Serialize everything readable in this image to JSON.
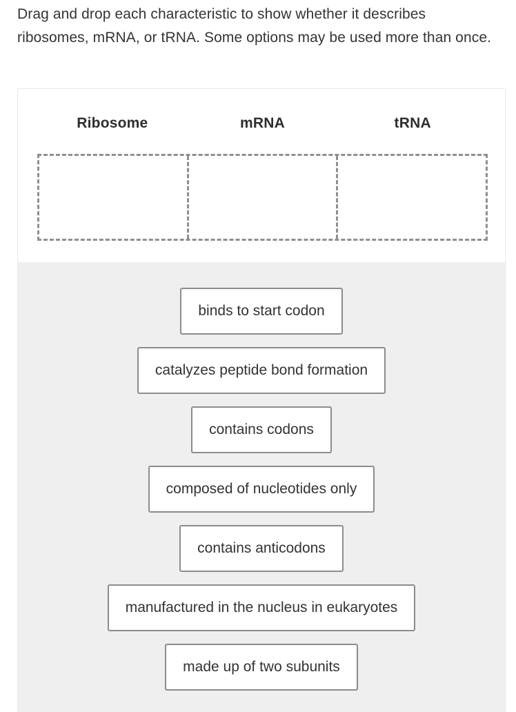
{
  "prompt": "Drag and drop each characteristic to show whether it describes ribosomes, mRNA, or tRNA. Some options may be used more than once.",
  "categories": [
    {
      "label": "Ribosome",
      "zone_name": "drop-zone-ribosome"
    },
    {
      "label": "mRNA",
      "zone_name": "drop-zone-mrna"
    },
    {
      "label": "tRNA",
      "zone_name": "drop-zone-trna"
    }
  ],
  "options": [
    {
      "label": "binds to start codon"
    },
    {
      "label": "catalyzes peptide bond formation"
    },
    {
      "label": "contains codons"
    },
    {
      "label": "composed of nucleotides only"
    },
    {
      "label": "contains anticodons"
    },
    {
      "label": "manufactured in the nucleus in eukaryotes"
    },
    {
      "label": "made up of two subunits"
    }
  ],
  "colors": {
    "text": "#333333",
    "panel_border": "#e9e9e9",
    "dropzone_border": "#8f8f8f",
    "chip_border": "#8c8c8c",
    "tray_background": "#efefef",
    "panel_background": "#ffffff"
  }
}
